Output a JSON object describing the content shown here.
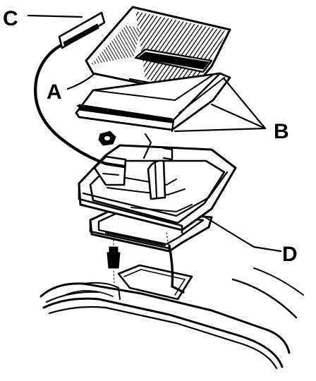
{
  "diagram": {
    "callouts": [
      {
        "id": "a",
        "label": "A"
      },
      {
        "id": "b",
        "label": "B"
      },
      {
        "id": "c",
        "label": "C"
      },
      {
        "id": "d",
        "label": "D"
      }
    ],
    "colors": {
      "ink": "#000000",
      "paper": "#ffffff"
    }
  }
}
